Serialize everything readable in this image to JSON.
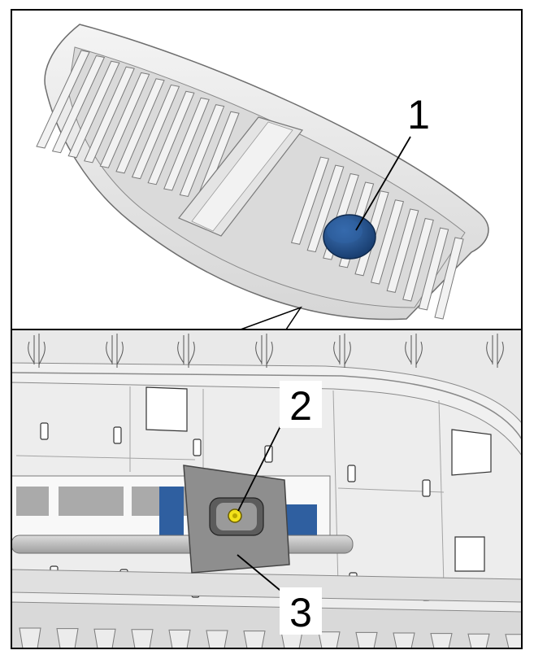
{
  "callouts": {
    "c1": "1",
    "c2": "2",
    "c3": "3"
  },
  "colors": {
    "frame": "#000000",
    "part_light": "#e6e6e6",
    "part_mid": "#cfcfcf",
    "part_dark": "#8d8d8d",
    "cap_blue": "#1f4f8f",
    "bracket_gray": "#8a8a8a",
    "screw_yellow": "#f2e11a"
  },
  "components": {
    "top_view": "grille-upper-overview",
    "bottom_view": "grille-detail-rear",
    "cap": "cover-cap",
    "bracket": "mounting-bracket",
    "screw": "screw"
  }
}
